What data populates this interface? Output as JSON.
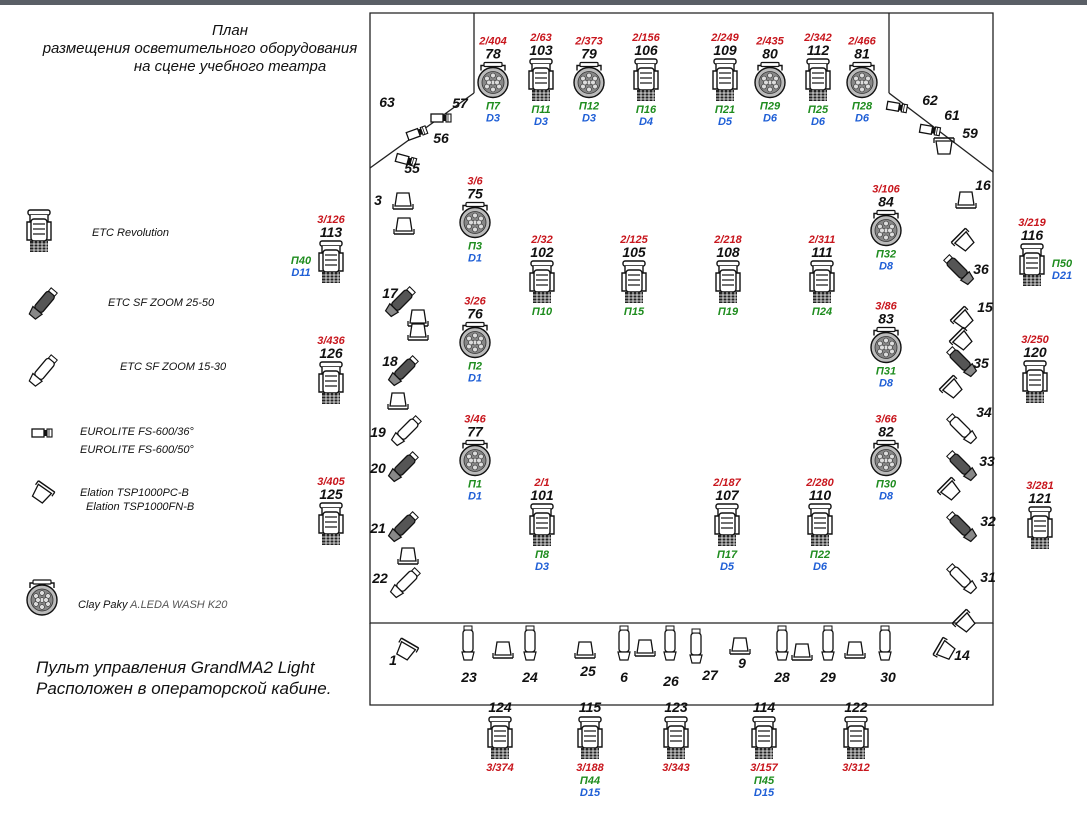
{
  "title": {
    "line1": "План",
    "line2": "размещения осветительного оборудования",
    "line3": "на сцене учебного театра"
  },
  "legend": {
    "revolution": "ETC Revolution",
    "zoom2550": "ETC SF  ZOOM 25-50",
    "zoom1530": "ETC SF  ZOOM 15-30",
    "eurolite1": "EUROLITE FS-600/36°",
    "eurolite2": "EUROLITE FS-600/50°",
    "elation1": "Elation  TSP1000PC-B",
    "elation2": "Elation  TSP1000FN-B",
    "clay_prefix": "Clay Paky ",
    "clay_model": "A.LEDA WASH K20"
  },
  "console_note": {
    "line1": "Пульт управления GrandMA2 Light",
    "line2": "Расположен в операторской кабине."
  },
  "colors": {
    "address": "#c8161d",
    "dimmer": "#1e8c1e",
    "dmx": "#1f5fd6",
    "line": "#111111"
  },
  "movers": [
    {
      "num": "78",
      "addr": "2/404",
      "p": "П7",
      "d": "D3",
      "kind": "wash"
    },
    {
      "num": "103",
      "addr": "2/63",
      "p": "П11",
      "d": "D3",
      "kind": "spot"
    },
    {
      "num": "79",
      "addr": "2/373",
      "p": "П12",
      "d": "D3",
      "kind": "wash"
    },
    {
      "num": "106",
      "addr": "2/156",
      "p": "П16",
      "d": "D4",
      "kind": "spot"
    },
    {
      "num": "109",
      "addr": "2/249",
      "p": "П21",
      "d": "D5",
      "kind": "spot"
    },
    {
      "num": "80",
      "addr": "2/435",
      "p": "П29",
      "d": "D6",
      "kind": "wash"
    },
    {
      "num": "112",
      "addr": "2/342",
      "p": "П25",
      "d": "D6",
      "kind": "spot"
    },
    {
      "num": "81",
      "addr": "2/466",
      "p": "П28",
      "d": "D6",
      "kind": "wash"
    },
    {
      "num": "75",
      "addr": "3/6",
      "p": "П3",
      "d": "D1",
      "kind": "wash"
    },
    {
      "num": "76",
      "addr": "3/26",
      "p": "П2",
      "d": "D1",
      "kind": "wash"
    },
    {
      "num": "77",
      "addr": "3/46",
      "p": "П1",
      "d": "D1",
      "kind": "wash"
    },
    {
      "num": "84",
      "addr": "3/106",
      "p": "П32",
      "d": "D8",
      "kind": "wash"
    },
    {
      "num": "83",
      "addr": "3/86",
      "p": "П31",
      "d": "D8",
      "kind": "wash"
    },
    {
      "num": "82",
      "addr": "3/66",
      "p": "П30",
      "d": "D8",
      "kind": "wash"
    },
    {
      "num": "102",
      "addr": "2/32",
      "p": "П10",
      "d": "",
      "kind": "spot"
    },
    {
      "num": "105",
      "addr": "2/125",
      "p": "П15",
      "d": "",
      "kind": "spot"
    },
    {
      "num": "108",
      "addr": "2/218",
      "p": "П19",
      "d": "",
      "kind": "spot"
    },
    {
      "num": "111",
      "addr": "2/311",
      "p": "П24",
      "d": "",
      "kind": "spot"
    },
    {
      "num": "101",
      "addr": "2/1",
      "p": "П8",
      "d": "D3",
      "kind": "spot"
    },
    {
      "num": "107",
      "addr": "2/187",
      "p": "П17",
      "d": "D5",
      "kind": "spot"
    },
    {
      "num": "110",
      "addr": "2/280",
      "p": "П22",
      "d": "D6",
      "kind": "spot"
    },
    {
      "num": "113",
      "addr": "3/126",
      "p": "П40",
      "d": "D11",
      "kind": "spot"
    },
    {
      "num": "126",
      "addr": "3/436",
      "p": "",
      "d": "",
      "kind": "spot"
    },
    {
      "num": "125",
      "addr": "3/405",
      "p": "",
      "d": "",
      "kind": "spot"
    },
    {
      "num": "116",
      "addr": "3/219",
      "p": "П50",
      "d": "D21",
      "kind": "spot"
    },
    {
      "num": "120",
      "addr": "3/250",
      "p": "",
      "d": "",
      "kind": "spot"
    },
    {
      "num": "121",
      "addr": "3/281",
      "p": "",
      "d": "",
      "kind": "spot"
    },
    {
      "num": "124",
      "addr": "3/374",
      "p": "",
      "d": "",
      "kind": "spot"
    },
    {
      "num": "115",
      "addr": "3/188",
      "p": "П44",
      "d": "D15",
      "kind": "spot"
    },
    {
      "num": "123",
      "addr": "3/343",
      "p": "",
      "d": "",
      "kind": "spot"
    },
    {
      "num": "114",
      "addr": "3/157",
      "p": "П45",
      "d": "D15",
      "kind": "spot"
    },
    {
      "num": "122",
      "addr": "3/312",
      "p": "",
      "d": "",
      "kind": "spot"
    }
  ],
  "fixtures": [
    {
      "num": "63",
      "kind": "label"
    },
    {
      "num": "57",
      "kind": "eurolite"
    },
    {
      "num": "56",
      "kind": "eurolite"
    },
    {
      "num": "55",
      "kind": "eurolite"
    },
    {
      "num": "62",
      "kind": "eurolite"
    },
    {
      "num": "61",
      "kind": "eurolite"
    },
    {
      "num": "59",
      "kind": "elation"
    },
    {
      "num": "3",
      "kind": "elation"
    },
    {
      "num": "16",
      "kind": "elation"
    },
    {
      "num": "17",
      "kind": "zoom2550"
    },
    {
      "num": "18",
      "kind": "zoom2550"
    },
    {
      "num": "19",
      "kind": "zoom1530"
    },
    {
      "num": "20",
      "kind": "zoom2550"
    },
    {
      "num": "21",
      "kind": "zoom2550"
    },
    {
      "num": "22",
      "kind": "zoom1530"
    },
    {
      "num": "36",
      "kind": "zoom2550"
    },
    {
      "num": "15",
      "kind": "elation"
    },
    {
      "num": "35",
      "kind": "zoom2550"
    },
    {
      "num": "34",
      "kind": "zoom1530"
    },
    {
      "num": "33",
      "kind": "zoom2550"
    },
    {
      "num": "32",
      "kind": "zoom2550"
    },
    {
      "num": "31",
      "kind": "zoom1530"
    },
    {
      "num": "14",
      "kind": "elation"
    },
    {
      "num": "1",
      "kind": "elation"
    },
    {
      "num": "23",
      "kind": "zoom1530"
    },
    {
      "num": "24",
      "kind": "zoom1530"
    },
    {
      "num": "25",
      "kind": "elation"
    },
    {
      "num": "6",
      "kind": "zoom1530"
    },
    {
      "num": "26",
      "kind": "zoom1530"
    },
    {
      "num": "27",
      "kind": "zoom1530"
    },
    {
      "num": "9",
      "kind": "elation"
    },
    {
      "num": "28",
      "kind": "zoom1530"
    },
    {
      "num": "29",
      "kind": "zoom1530"
    },
    {
      "num": "30",
      "kind": "zoom1530"
    }
  ]
}
